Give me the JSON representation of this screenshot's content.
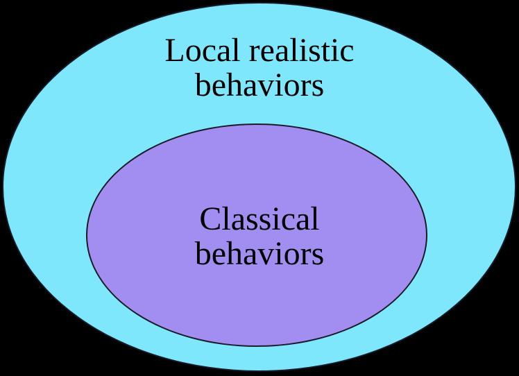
{
  "diagram": {
    "type": "euler-set-diagram",
    "sets": [
      {
        "id": "outer",
        "label": "Local realistic behaviors",
        "label_line1": "Local realistic",
        "label_line2": "behaviors",
        "fill": "#7ee7fc",
        "contains": [
          "inner"
        ]
      },
      {
        "id": "inner",
        "label": "Classical behaviors",
        "label_line1": "Classical",
        "label_line2": "behaviors",
        "fill": "#a28df0",
        "contains": []
      }
    ]
  },
  "colors": {
    "background": "#000000",
    "outer-fill": "#7ee7fc",
    "inner-fill": "#a28df0",
    "stroke": "#1a1a28",
    "text": "#000000"
  }
}
